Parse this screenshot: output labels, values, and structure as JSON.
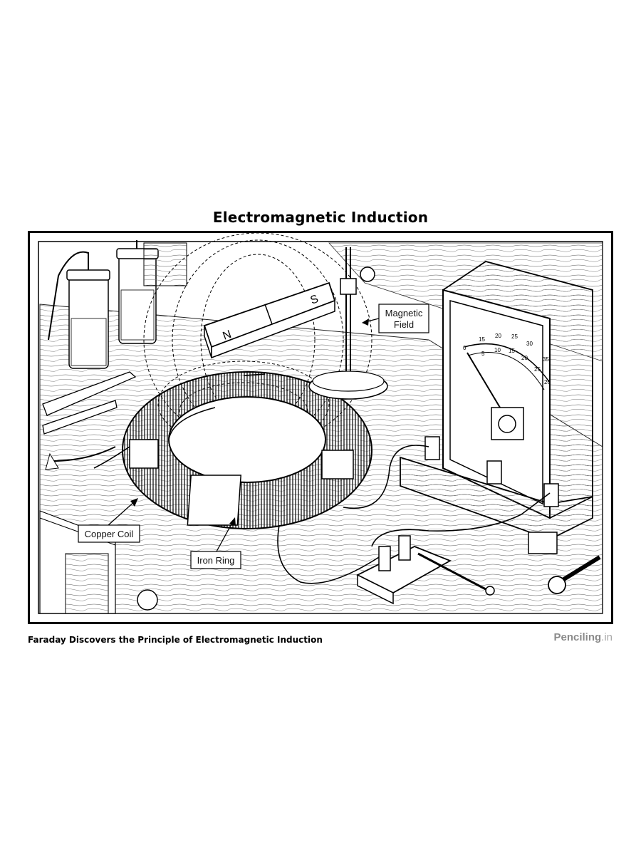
{
  "title": "Electromagnetic Induction",
  "labels": {
    "magnetic_field_line1": "Magnetic",
    "magnetic_field_line2": "Field",
    "copper_coil": "Copper Coil",
    "iron_ring": "Iron Ring",
    "magnet_n": "N",
    "magnet_s": "S"
  },
  "meter": {
    "outer_scale": [
      "0",
      "15",
      "20",
      "25",
      "30",
      "35"
    ],
    "inner_scale": [
      "5",
      "10",
      "15",
      "20",
      "25",
      "20"
    ]
  },
  "caption": "Faraday Discovers the Principle of Electromagnetic Induction",
  "brand": {
    "name": "Penciling",
    "tld": ".in"
  }
}
